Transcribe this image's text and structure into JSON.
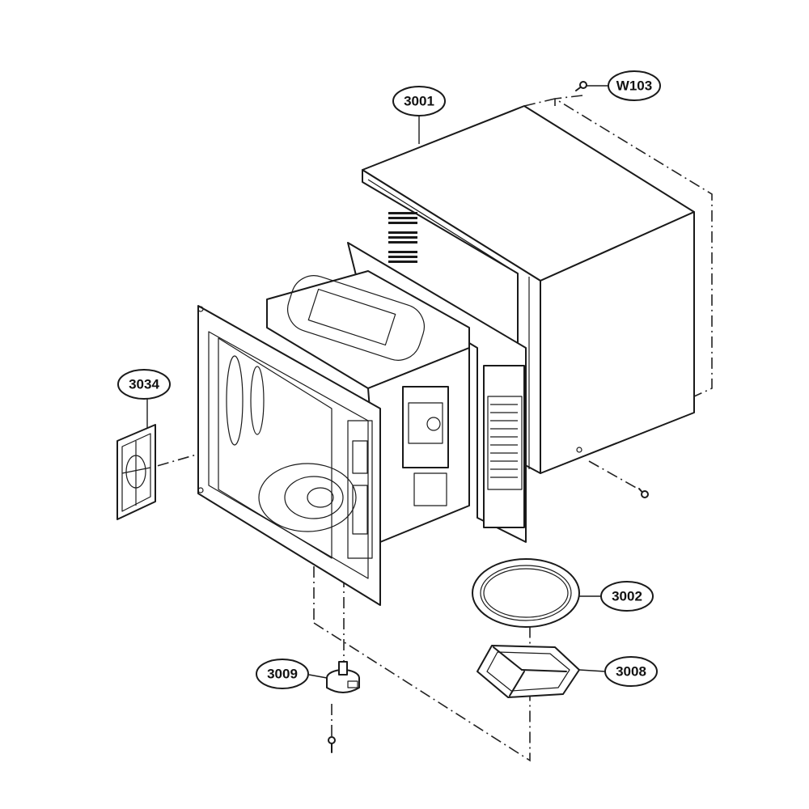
{
  "callouts": {
    "w103": "W103",
    "p3001": "3001",
    "p3034": "3034",
    "p3002": "3002",
    "p3008": "3008",
    "p3009": "3009"
  }
}
